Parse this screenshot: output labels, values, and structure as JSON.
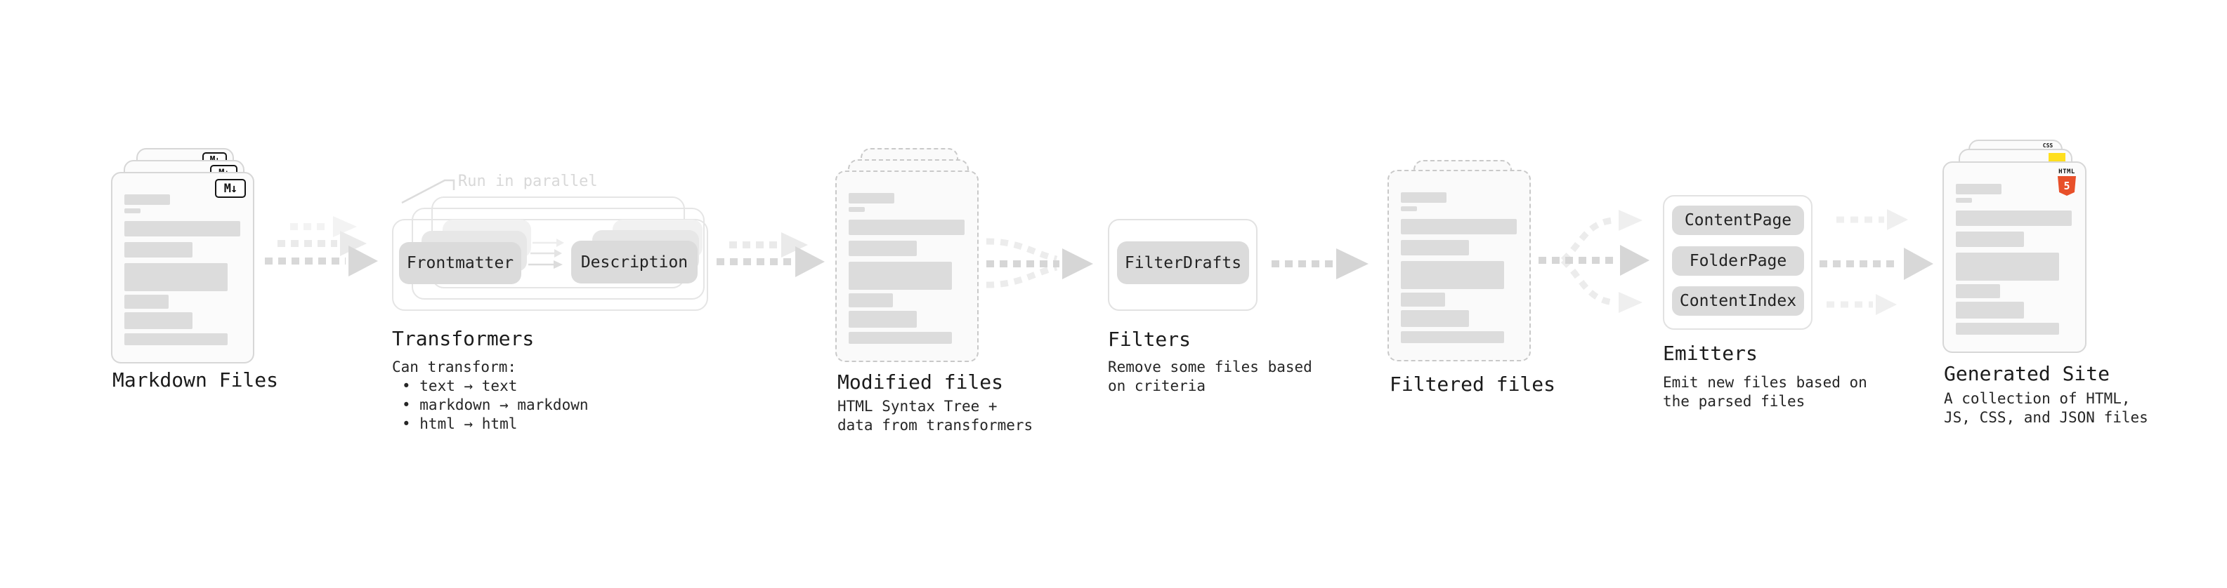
{
  "diagram_title": "static site generation pipeline",
  "colors": {
    "background": "#ffffff",
    "box_fill": "#dbdbdb",
    "file_fill": "#fbfbfb",
    "dashed_border": "#c9c9c9",
    "arrow_main": "#d8d8d8",
    "arrow_ghost": "#eaeaea",
    "arrow_faint": "#f2f2f2",
    "annotation_text": "#d8d8d8",
    "html5_orange": "#e8502a",
    "js_yellow": "#ffdf1e",
    "css_blue": "#3b6ef6"
  },
  "markdown": {
    "title": "Markdown Files",
    "badge": "M↓"
  },
  "transformers": {
    "title": "Transformers",
    "annotation": "Run in parallel",
    "box1": "Frontmatter",
    "box2": "Description",
    "desc": {
      "l0": "Can transform:",
      "l1": "• text → text",
      "l2": "• markdown → markdown",
      "l3": "• html → html"
    }
  },
  "modified": {
    "title": "Modified files",
    "sub": {
      "l0": "HTML Syntax Tree +",
      "l1": "data from transformers"
    }
  },
  "filters": {
    "title": "Filters",
    "box": "FilterDrafts",
    "sub": {
      "l0": "Remove some files based",
      "l1": "on criteria"
    }
  },
  "filtered": {
    "title": "Filtered files"
  },
  "emitters": {
    "title": "Emitters",
    "box1": "ContentPage",
    "box2": "FolderPage",
    "box3": "ContentIndex",
    "sub": {
      "l0": "Emit new files based on",
      "l1": "the parsed files"
    }
  },
  "generated": {
    "title": "Generated Site",
    "sub": {
      "l0": "A collection of HTML,",
      "l1": "JS, CSS, and JSON files"
    },
    "badges": {
      "html_label": "HTML",
      "html_number": "5",
      "css": "CSS"
    }
  }
}
